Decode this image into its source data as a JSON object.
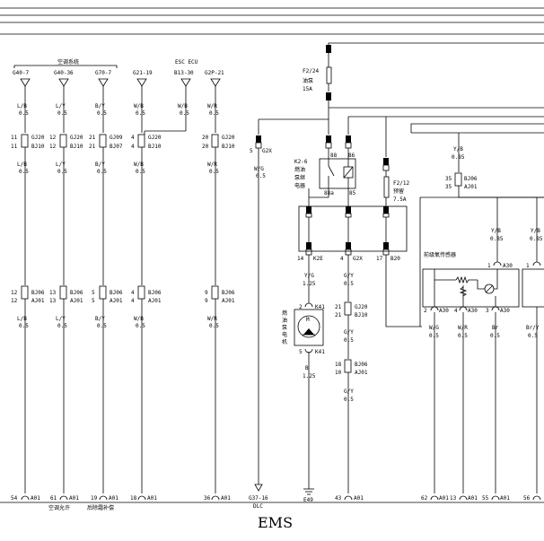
{
  "title": "EMS",
  "ac_system_label": "空调系统",
  "esc_ecu_label": "ESC ECU",
  "columns": [
    {
      "top": "G40-7",
      "wire1": "L/B",
      "size1": "0.5",
      "conn1a": "11",
      "conn1b": "GJ20",
      "conn1c": "11",
      "conn1d": "BJ10",
      "wire2": "L/B",
      "size2": "0.5",
      "conn2a": "12",
      "conn2b": "BJ06",
      "conn2c": "12",
      "conn2d": "AJ01",
      "wire3": "L/B",
      "size3": "0.5",
      "pin": "54",
      "pin_conn": "A01",
      "bottom_label": ""
    },
    {
      "top": "G40-36",
      "wire1": "L/Y",
      "size1": "0.5",
      "conn1a": "12",
      "conn1b": "GJ20",
      "conn1c": "12",
      "conn1d": "BJ10",
      "wire2": "L/Y",
      "size2": "0.5",
      "conn2a": "13",
      "conn2b": "BJ06",
      "conn2c": "13",
      "conn2d": "AJ01",
      "wire3": "L/Y",
      "size3": "0.5",
      "pin": "61",
      "pin_conn": "A01",
      "bottom_label": "空调允许"
    },
    {
      "top": "G70-7",
      "wire1": "B/Y",
      "size1": "0.5",
      "conn1a": "21",
      "conn1b": "GJ09",
      "conn1c": "21",
      "conn1d": "BJ07",
      "wire2": "B/Y",
      "size2": "0.5",
      "conn2a": "5",
      "conn2b": "BJ06",
      "conn2c": "5",
      "conn2d": "AJ01",
      "wire3": "B/Y",
      "size3": "0.5",
      "pin": "19",
      "pin_conn": "A01",
      "bottom_label": "后除霜补偿"
    },
    {
      "top": "G21-19",
      "wire1": "W/B",
      "size1": "0.5",
      "conn1a": "4",
      "conn1b": "GJ20",
      "conn1c": "4",
      "conn1d": "BJ10",
      "wire2": "W/B",
      "size2": "0.5",
      "conn2a": "4",
      "conn2b": "BJ06",
      "conn2c": "4",
      "conn2d": "AJ01",
      "wire3": "W/B",
      "size3": "0.5",
      "pin": "18",
      "pin_conn": "A01",
      "bottom_label": ""
    },
    {
      "top": "B13-30",
      "wire1": "W/B",
      "size1": "0.5",
      "conn1a": "",
      "conn1b": "",
      "conn1c": "",
      "conn1d": "",
      "wire2": "",
      "size2": "",
      "conn2a": "",
      "conn2b": "",
      "conn2c": "",
      "conn2d": "",
      "wire3": "",
      "size3": "",
      "pin": "",
      "pin_conn": "",
      "bottom_label": ""
    },
    {
      "top": "G2P-21",
      "wire1": "W/R",
      "size1": "0.5",
      "conn1a": "20",
      "conn1b": "GJ20",
      "conn1c": "20",
      "conn1d": "BJ10",
      "wire2": "W/R",
      "size2": "0.5",
      "conn2a": "9",
      "conn2b": "BJ06",
      "conn2c": "9",
      "conn2d": "AJ01",
      "wire3": "W/R",
      "size3": "0.5",
      "pin": "36",
      "pin_conn": "A01",
      "bottom_label": ""
    }
  ],
  "dlc": {
    "conn_pin": "5",
    "conn": "G2X",
    "wire": "W/G",
    "size": "0.5",
    "bottom_pin": "G37-16",
    "bottom_label": "DLC"
  },
  "fuse_main": {
    "name": "F2/24",
    "label": "油泵",
    "rating": "15A"
  },
  "relay": {
    "name": "K2-6",
    "label1": "燃油",
    "label2": "泵继",
    "label3": "电器",
    "pin_88": "88",
    "pin_86": "86",
    "pin_88a": "88a",
    "pin_85": "85"
  },
  "fuse_spare": {
    "name": "F2/12",
    "label": "预留",
    "rating": "7.5A"
  },
  "box_pins": {
    "left": "14",
    "left_conn": "K2E",
    "mid": "4",
    "mid_conn": "G2X",
    "right": "17",
    "right_conn": "B20"
  },
  "pump": {
    "wire": "Y/G",
    "size": "1.25",
    "conn_top": "2",
    "conn": "K41",
    "motor_label1": "燃",
    "motor_label2": "油",
    "motor_label3": "泵",
    "motor_label4": "电",
    "motor_label5": "机",
    "motor_symbol": "M",
    "conn_bot": "5",
    "wire2": "B",
    "size2": "1.25",
    "ground": "E49"
  },
  "gy_column": {
    "wire1": "G/Y",
    "size1": "0.5",
    "conn1a": "21",
    "conn1b": "GJ20",
    "conn1c": "21",
    "conn1d": "BJ10",
    "wire2": "G/Y",
    "size2": "0.5",
    "conn2a": "18",
    "conn2b": "BJ06",
    "conn2c": "10",
    "conn2d": "AJ01",
    "wire3": "G/Y",
    "size3": "0.5",
    "pin": "43",
    "pin_conn": "A01"
  },
  "o2_sensor": {
    "label": "前级氧传感器",
    "top_wire": "Y/B",
    "top_size": "0.85",
    "conn_a": "35",
    "conn_b": "BJ06",
    "conn_c": "35",
    "conn_d": "AJ01",
    "wire_mid": "Y/B",
    "size_mid": "0.85",
    "pin_top": "1",
    "pin_top_conn": "A30",
    "pins": [
      {
        "num": "2",
        "conn": "A30",
        "wire": "W/G",
        "size": "0.5",
        "ecu_pin": "62",
        "ecu_conn": "A01"
      },
      {
        "num": "4",
        "conn": "A30",
        "wire": "W/R",
        "size": "0.5",
        "ecu_pin": "13",
        "ecu_conn": "A01"
      },
      {
        "num": "3",
        "conn": "A30",
        "wire": "Br",
        "size": "0.5",
        "ecu_pin": "55",
        "ecu_conn": "A01"
      }
    ]
  },
  "right_partial": {
    "wire": "Y/B",
    "size": "0.85",
    "pin_top": "1",
    "wire2": "Br/Y",
    "size2": "0.5",
    "ecu_pin": "56"
  },
  "colors": {
    "line": "#000000",
    "background": "#ffffff"
  }
}
